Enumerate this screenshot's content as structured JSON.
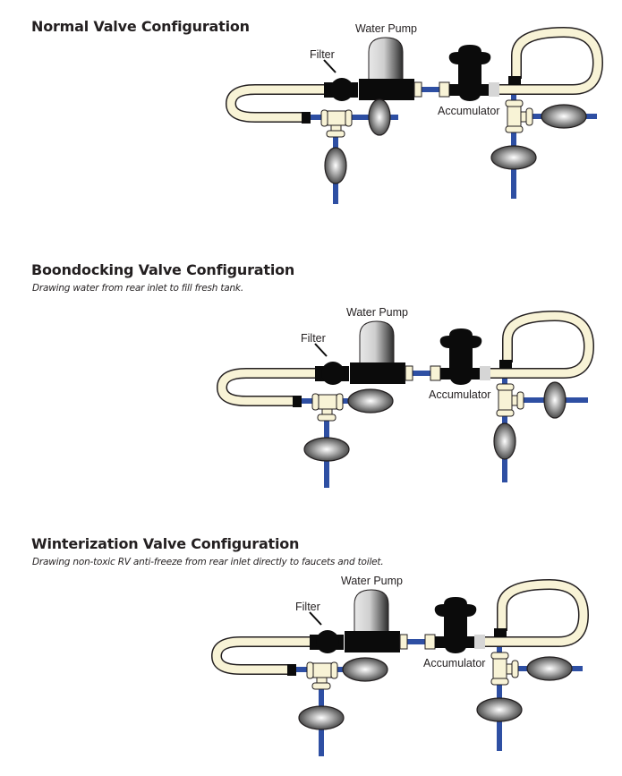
{
  "colors": {
    "pipe_blue": "#2e4fa3",
    "hose_fill": "#f8f3d6",
    "hose_outline": "#231f20",
    "component_black": "#0b0b0b",
    "fitting_gray": "#d6d6d6",
    "title_text": "#231f20"
  },
  "labels": {
    "water_pump": "Water Pump",
    "filter": "Filter",
    "accumulator": "Accumulator"
  },
  "sections": [
    {
      "id": "normal",
      "title": "Normal Valve Configuration",
      "subtitle": "",
      "valves": {
        "left_horizontal_pipe": "vertical",
        "left_vertical_pipe": "vertical",
        "right_horizontal_pipe": "horizontal",
        "right_vertical_pipe": "horizontal"
      }
    },
    {
      "id": "boondocking",
      "title": "Boondocking Valve Configuration",
      "subtitle": "Drawing water from rear inlet to fill fresh tank.",
      "valves": {
        "left_horizontal_pipe": "horizontal",
        "left_vertical_pipe": "horizontal",
        "right_horizontal_pipe": "vertical",
        "right_vertical_pipe": "vertical"
      }
    },
    {
      "id": "winterization",
      "title": "Winterization Valve Configuration",
      "subtitle": "Drawing non-toxic RV anti-freeze from rear inlet directly to faucets and toilet.",
      "valves": {
        "left_horizontal_pipe": "horizontal",
        "left_vertical_pipe": "horizontal",
        "right_horizontal_pipe": "horizontal",
        "right_vertical_pipe": "horizontal"
      }
    }
  ]
}
